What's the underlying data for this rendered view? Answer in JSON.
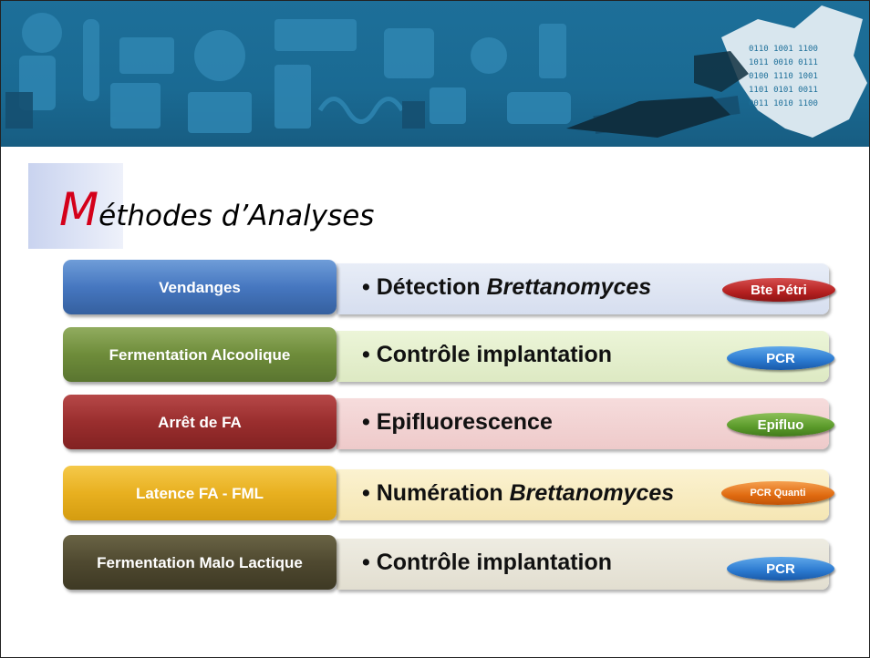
{
  "slide": {
    "title_first_letter": "M",
    "title_rest": "éthodes d’Analyses"
  },
  "rows": [
    {
      "label": "Vendanges",
      "bullet_prefix": "•",
      "text_main": "Détection",
      "text_italic": "Brettanomyces",
      "pill": "Bte Pétri"
    },
    {
      "label": "Fermentation Alcoolique",
      "bullet_prefix": "•",
      "text_main": "Contrôle implantation",
      "text_italic": "",
      "pill": "PCR"
    },
    {
      "label": "Arrêt de FA",
      "bullet_prefix": "•",
      "text_main": "Epifluorescence",
      "text_italic": "",
      "pill": "Epifluo"
    },
    {
      "label": "Latence FA - FML",
      "bullet_prefix": "•",
      "text_main": "Numération",
      "text_italic": "Brettanomyces",
      "pill": "PCR Quanti"
    },
    {
      "label": "Fermentation Malo Lactique",
      "bullet_prefix": "•",
      "text_main": "Contrôle implantation",
      "text_italic": "",
      "pill": "PCR"
    }
  ],
  "colors": {
    "title_accent": "#d4001a",
    "banner": "#1a6a93",
    "row_colors": [
      "#4677c0",
      "#6e8c3a",
      "#9a2e2e",
      "#e8b020",
      "#4f4930"
    ],
    "pill_colors": [
      "#b52020",
      "#2a78cf",
      "#5a9a2a",
      "#e06a10",
      "#2a78cf"
    ]
  }
}
